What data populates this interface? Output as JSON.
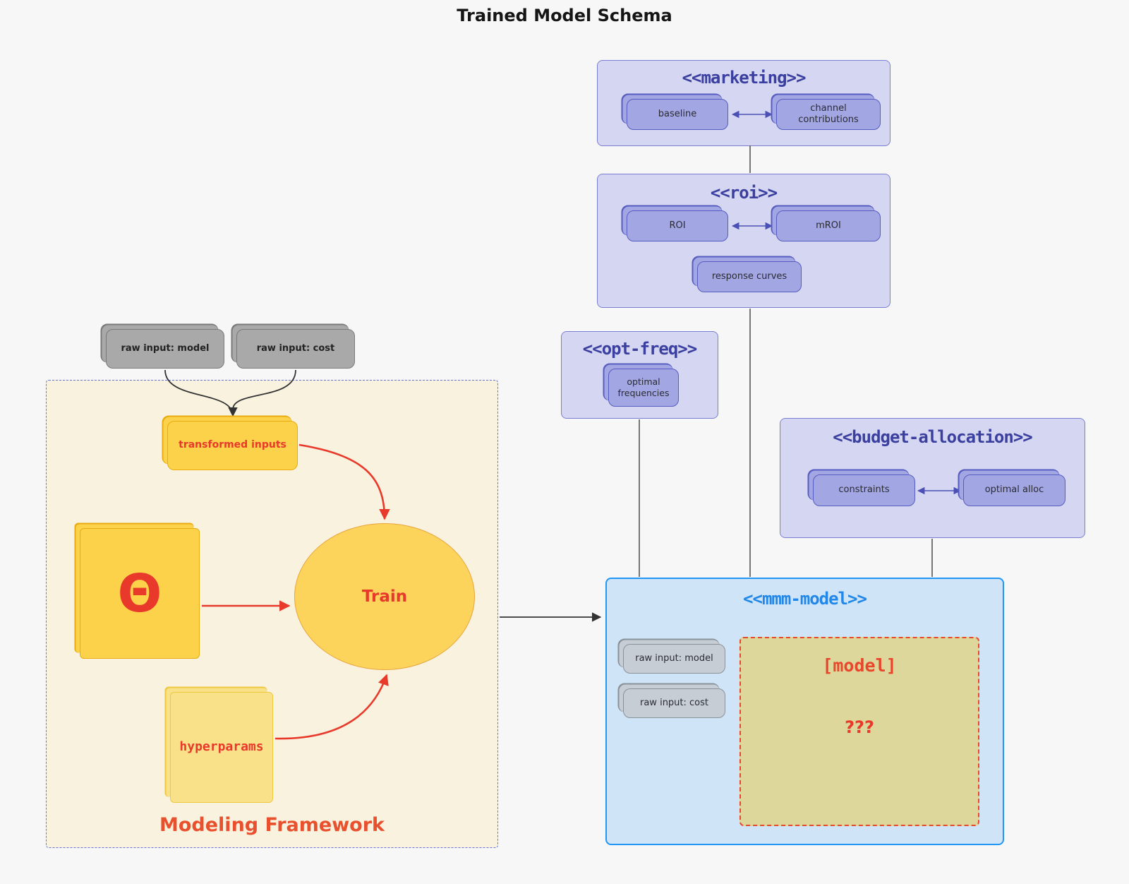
{
  "title": "Trained Model Schema",
  "external_inputs": {
    "raw_input_model": "raw input: model",
    "raw_input_cost": "raw input: cost"
  },
  "clusters": {
    "marketing": {
      "label": "<<marketing>>",
      "baseline": "baseline",
      "channel_contributions": "channel contributions"
    },
    "roi": {
      "label": "<<roi>>",
      "roi": "ROI",
      "mroi": "mROI",
      "response_curves": "response curves"
    },
    "opt_freq": {
      "label": "<<opt-freq>>",
      "optimal_frequencies": "optimal frequencies"
    },
    "budget_allocation": {
      "label": "<<budget-allocation>>",
      "constraints": "constraints",
      "optimal_alloc": "optimal alloc"
    },
    "mmm_model": {
      "label": "<<mmm-model>>",
      "raw_input_model": "raw input: model",
      "raw_input_cost": "raw input: cost",
      "model_box": "[model]",
      "model_unknown": "???"
    },
    "modeling_framework": {
      "label": "Modeling Framework",
      "transformed_inputs": "transformed inputs",
      "theta": "Θ",
      "train": "Train",
      "hyperparams": "hyperparams"
    }
  },
  "colors": {
    "background": "#f7f7f8",
    "cluster_fill": "#d5d6f1",
    "cluster_border": "#7a7ed2",
    "cluster_title": "#3a3fa0",
    "node_fill": "#a2a6e3",
    "node_border": "#575dc0",
    "mmm_fill": "#cfe4f7",
    "mmm_border": "#2196f3",
    "mmm_title": "#2187e8",
    "model_box_fill": "#ddd79b",
    "model_box_border": "#e8472b",
    "framework_fill": "#f9f2df",
    "framework_border": "#6674d8",
    "yellow_fill": "#fcd24a",
    "yellow_border": "#e9ab10",
    "gray_node_fill": "#a9a9a9",
    "red_accent": "#e8392b",
    "dark_line": "#444444"
  }
}
